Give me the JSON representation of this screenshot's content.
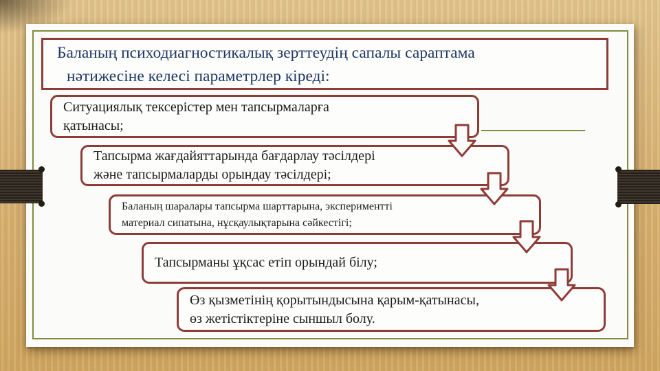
{
  "slide": {
    "title": {
      "line1": "Баланың психодиагностикалық зерттеудің сапалы сараптама",
      "line2": "нәтижесіне келесі параметрлер кіреді:"
    },
    "boxes": [
      {
        "lines": [
          "Ситуациялық тексерістер мен тапсырмаларға",
          "қатынасы;"
        ]
      },
      {
        "lines": [
          "Тапсырма жағдайяттарында бағдарлау тәсілдері",
          "және тапсырмаларды орындау тәсілдері;"
        ]
      },
      {
        "lines": [
          "Баланың шаралары тапсырма шарттарына, экспериментті",
          "материал сипатына, нұсқаулықтарына сәйкестігі;"
        ]
      },
      {
        "lines": [
          "Тапсырманы ұқсас етіп орындай білу;"
        ]
      },
      {
        "lines": [
          "Өз қызметінің қорытындысына қарым-қатынасы,",
          "өз жетістіктеріне сыншыл болу."
        ]
      }
    ],
    "icons": {
      "arrow": "down-arrow-icon"
    }
  },
  "colors": {
    "maroon_border": "#8e3c38",
    "title_text": "#1f3864",
    "body_text": "#1c1c1c",
    "olive_frame": "#7e8c3c",
    "page_background": "#fbfbf9",
    "desk_background": "#d9b273",
    "clip_bar": "#362c23"
  }
}
